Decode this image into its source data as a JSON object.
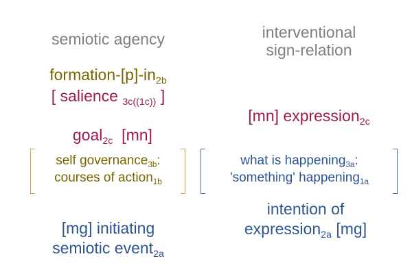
{
  "headings": {
    "left": "semiotic agency",
    "right_line1": "interventional",
    "right_line2": "sign-relation"
  },
  "left": {
    "formation": {
      "text": "formation-[p]-in",
      "sub": "2b"
    },
    "salience": {
      "open": "[ salience ",
      "sub": "3c((1c))",
      "close": " ]"
    },
    "goal": {
      "text": "goal",
      "sub": "2c",
      "tail": "  [mn]"
    },
    "self_governance": {
      "line1": "self governance",
      "line1_sub": "3b",
      "line1_tail": ":",
      "line2": "courses of action",
      "line2_sub": "1b"
    },
    "initiating": {
      "line1": "[mg] initiating",
      "line2": "semiotic event",
      "line2_sub": "2a"
    }
  },
  "right": {
    "expression": {
      "text": "[mn] expression",
      "sub": "2c"
    },
    "happening": {
      "line1": "what is happening",
      "line1_sub": "3a",
      "line1_tail": ":",
      "line2": "'something' happening",
      "line2_sub": "1a"
    },
    "intention": {
      "line1": "intention of",
      "line2": "expression",
      "line2_sub": "2a",
      "line2_tail": " [mg]"
    }
  },
  "colors": {
    "heading": "#808080",
    "olive": "#7a6500",
    "maroon": "#9c1c4f",
    "blue": "#2e5591",
    "olive_bracket": "#c9a63c",
    "blue_bracket": "#4d73b3"
  }
}
